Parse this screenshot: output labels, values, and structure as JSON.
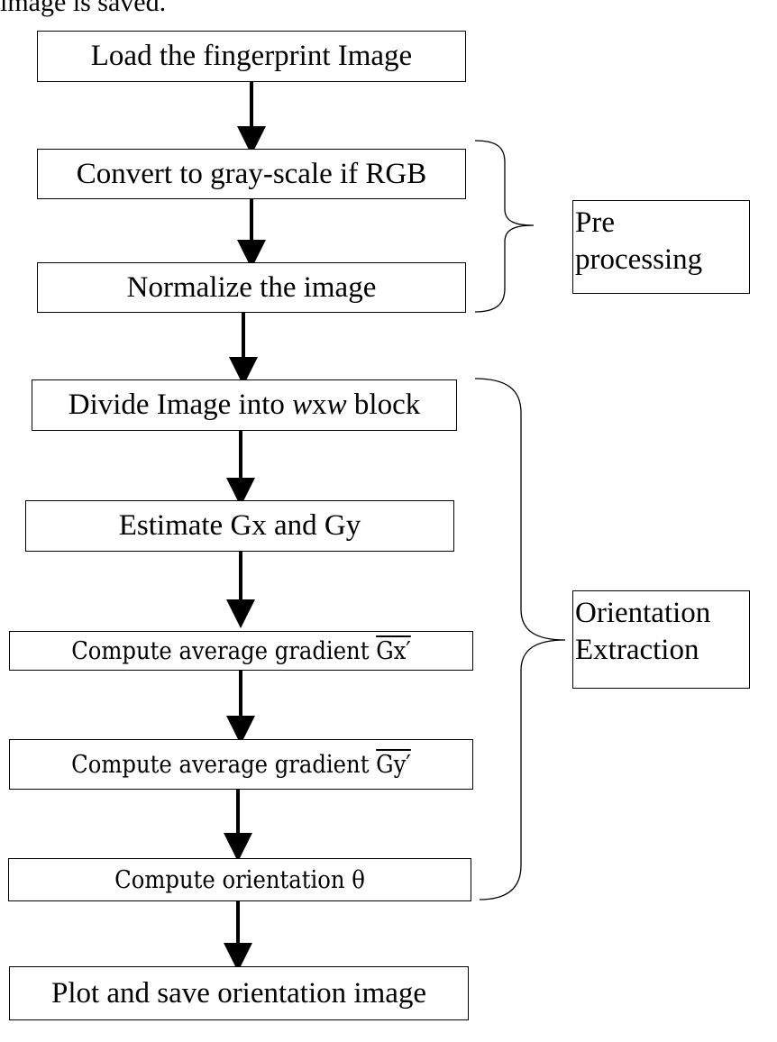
{
  "intro_text": "image is saved.",
  "steps": [
    {
      "label": "Load the fingerprint Image"
    },
    {
      "label": "Convert to gray-scale if  RGB"
    },
    {
      "label": "Normalize the image"
    },
    {
      "label_pre": "Divide Image into ",
      "label_var": "w",
      "label_mid": "x",
      "label_var2": "w",
      "label_post": " block"
    },
    {
      "label": "Estimate Gx and Gy"
    },
    {
      "label_pre": "Compute average gradient ",
      "label_ovl": "Gx′"
    },
    {
      "label_pre": "Compute average gradient ",
      "label_ovl": "Gy′"
    },
    {
      "label": "Compute orientation θ"
    },
    {
      "label": "Plot and save orientation image"
    }
  ],
  "groups": [
    {
      "line1": "Pre",
      "line2": "processing"
    },
    {
      "line1": "Orientation",
      "line2": "Extraction"
    }
  ]
}
